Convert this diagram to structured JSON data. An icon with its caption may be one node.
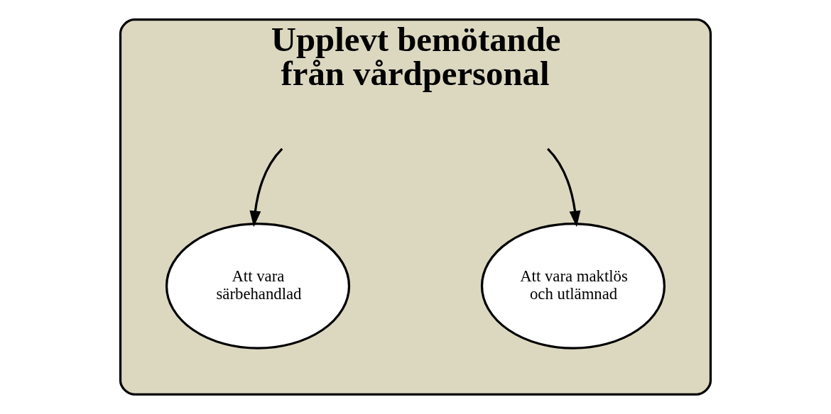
{
  "diagram": {
    "nodes": [
      {
        "text": [
          "Upplevt bemötande från vårdpersonal"
        ]
      },
      {
        "text": [
          "Att vara särbehandlad"
        ],
        "in": 0
      },
      {
        "text": [
          "Att vara maktlös och utlämnad"
        ],
        "in": 0
      }
    ],
    "edges": [
      {
        "from": 0,
        "to": 1,
        "arrow": "to"
      },
      {
        "from": 0,
        "to": 2,
        "arrow": "to"
      }
    ]
  }
}
